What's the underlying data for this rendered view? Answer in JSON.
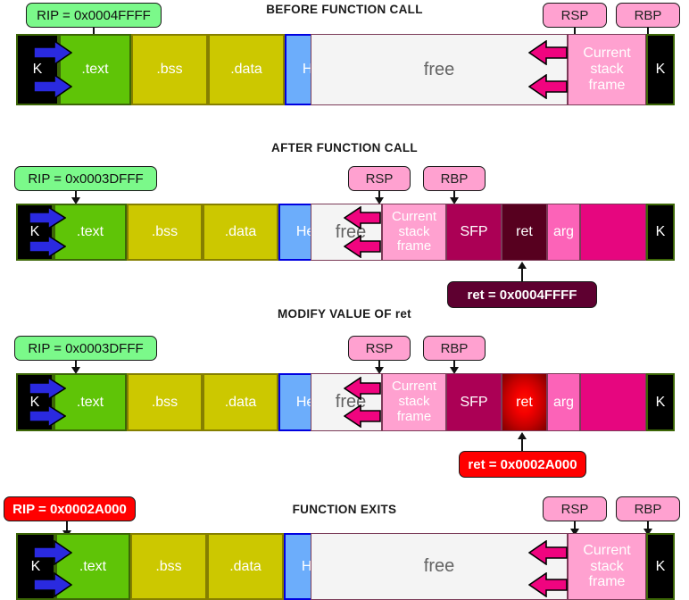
{
  "panels": [
    {
      "title": "BEFORE FUNCTION CALL",
      "rip": {
        "text": "RIP = 0x0004FFFF",
        "style": "green"
      },
      "rsp": "RSP",
      "rbp": "RBP",
      "segments": [
        {
          "name": "kernel-low",
          "label": "K"
        },
        {
          "name": "text",
          "label": ".text"
        },
        {
          "name": "bss",
          "label": ".bss"
        },
        {
          "name": "data",
          "label": ".data"
        },
        {
          "name": "heap",
          "label": "Heap"
        },
        {
          "name": "free",
          "label": "free"
        },
        {
          "name": "current-stack-frame",
          "label": "Current stack frame"
        },
        {
          "name": "kernel-high",
          "label": "K"
        }
      ]
    },
    {
      "title": "AFTER FUNCTION CALL",
      "rip": {
        "text": "RIP = 0x0003DFFF",
        "style": "green"
      },
      "rsp": "RSP",
      "rbp": "RBP",
      "callout": {
        "text": "ret = 0x0004FFFF",
        "style": "maroon"
      },
      "segments": [
        {
          "name": "kernel-low",
          "label": "K"
        },
        {
          "name": "text",
          "label": ".text"
        },
        {
          "name": "bss",
          "label": ".bss"
        },
        {
          "name": "data",
          "label": ".data"
        },
        {
          "name": "heap",
          "label": "Heap"
        },
        {
          "name": "free",
          "label": "free"
        },
        {
          "name": "current-stack-frame",
          "label": "Current stack frame"
        },
        {
          "name": "sfp",
          "label": "SFP"
        },
        {
          "name": "ret",
          "label": "ret"
        },
        {
          "name": "arg",
          "label": "arg"
        },
        {
          "name": "stack-rest",
          "label": ""
        },
        {
          "name": "kernel-high",
          "label": "K"
        }
      ]
    },
    {
      "title": "MODIFY VALUE OF ret",
      "rip": {
        "text": "RIP = 0x0003DFFF",
        "style": "green"
      },
      "rsp": "RSP",
      "rbp": "RBP",
      "callout": {
        "text": "ret = 0x0002A000",
        "style": "red"
      },
      "segments": [
        {
          "name": "kernel-low",
          "label": "K"
        },
        {
          "name": "text",
          "label": ".text"
        },
        {
          "name": "bss",
          "label": ".bss"
        },
        {
          "name": "data",
          "label": ".data"
        },
        {
          "name": "heap",
          "label": "Heap"
        },
        {
          "name": "free",
          "label": "free"
        },
        {
          "name": "current-stack-frame",
          "label": "Current stack frame"
        },
        {
          "name": "sfp",
          "label": "SFP"
        },
        {
          "name": "ret",
          "label": "ret"
        },
        {
          "name": "arg",
          "label": "arg"
        },
        {
          "name": "stack-rest",
          "label": ""
        },
        {
          "name": "kernel-high",
          "label": "K"
        }
      ]
    },
    {
      "title": "FUNCTION EXITS",
      "rip": {
        "text": "RIP = 0x0002A000",
        "style": "red"
      },
      "rsp": "RSP",
      "rbp": "RBP",
      "segments": [
        {
          "name": "kernel-low",
          "label": "K"
        },
        {
          "name": "text",
          "label": ".text"
        },
        {
          "name": "bss",
          "label": ".bss"
        },
        {
          "name": "data",
          "label": ".data"
        },
        {
          "name": "heap",
          "label": "Heap"
        },
        {
          "name": "free",
          "label": "free"
        },
        {
          "name": "current-stack-frame",
          "label": "Current stack frame"
        },
        {
          "name": "kernel-high",
          "label": "K"
        }
      ]
    }
  ],
  "colors": {
    "kernel": "#000000",
    "kernel_border": "#3c6606",
    "text_seg": "#5fc407",
    "bss_data": "#ccc800",
    "heap": "#6cadfb",
    "free": "#f4f4f4",
    "current_stack_frame": "#ffa1d0",
    "sfp": "#ab0055",
    "ret": "#57001f",
    "ret_modified": "#ff0000",
    "arg": "#fc63b8",
    "stack_rest": "#e6067f",
    "rip_green": "#7bf98a",
    "rip_red": "#ff0000",
    "pointer_pink": "#ffa1d0",
    "callout_maroon": "#5e0030",
    "block_arrow_blue": "#2a2ae0",
    "block_arrow_pink": "#f0047f"
  }
}
